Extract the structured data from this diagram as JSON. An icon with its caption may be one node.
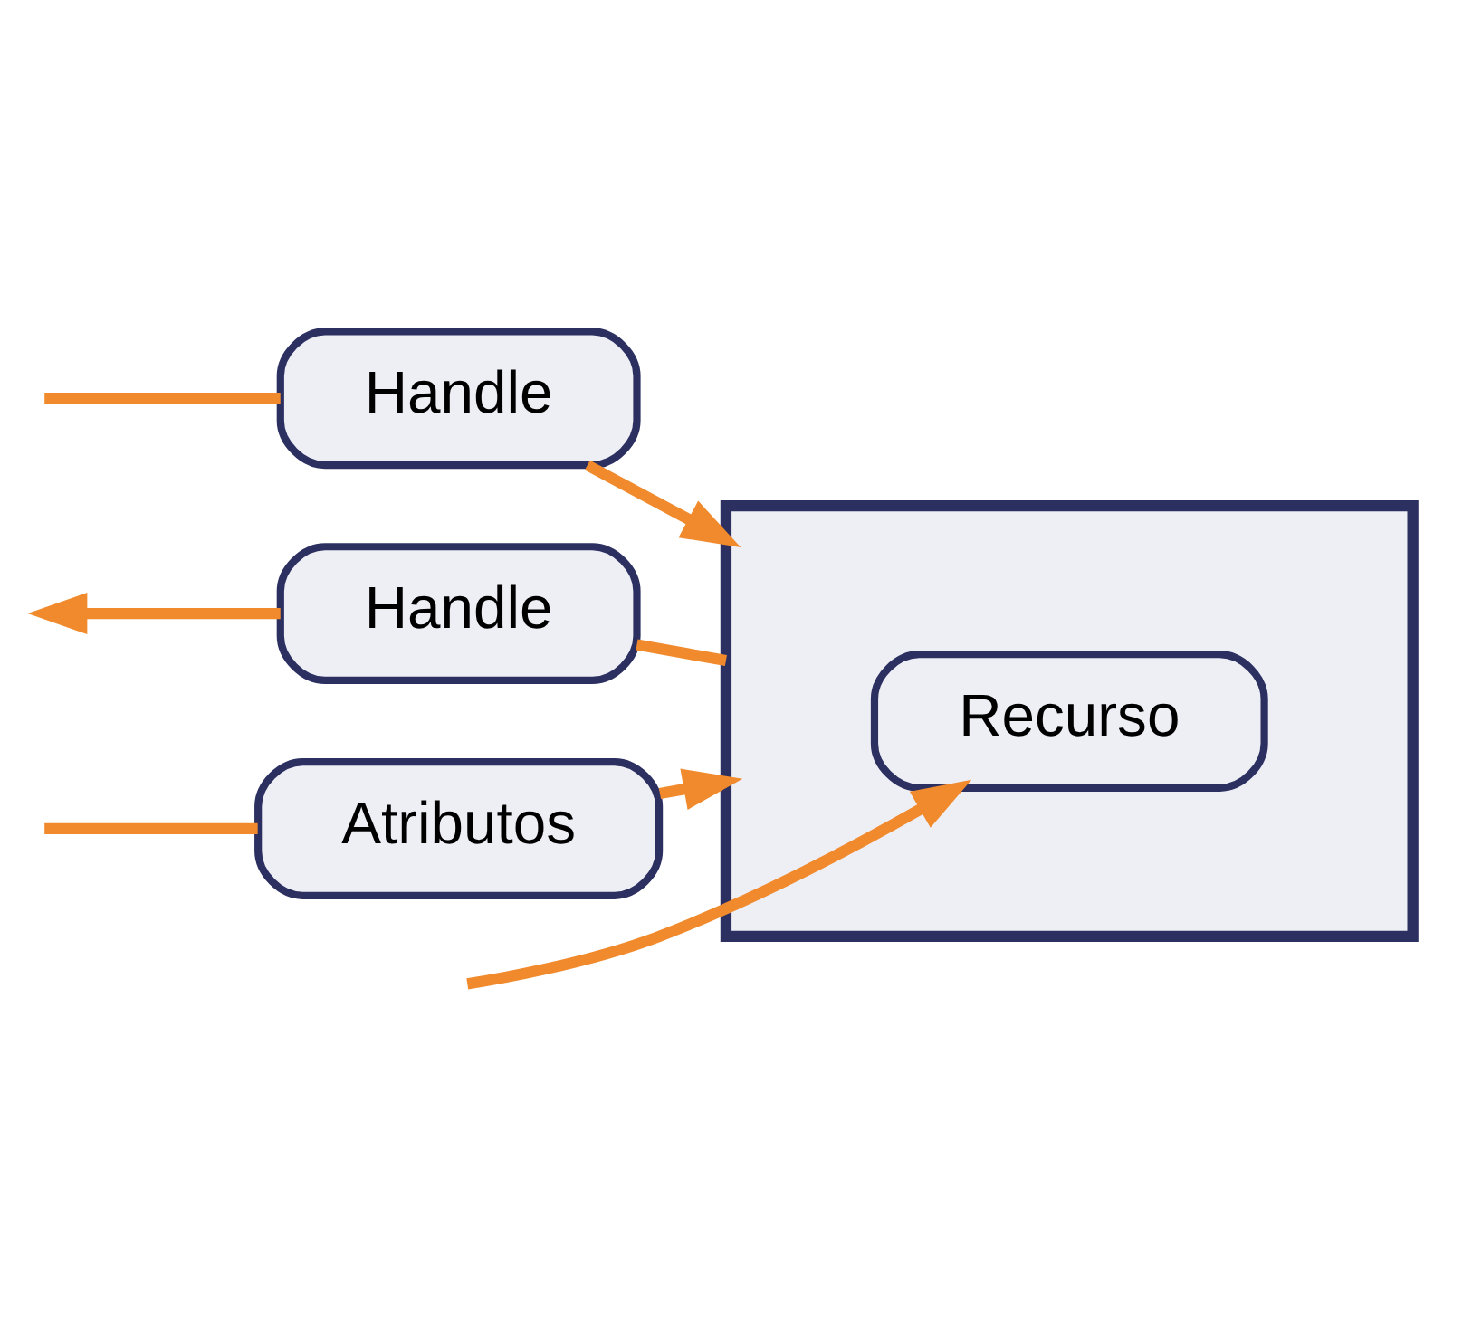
{
  "diagram": {
    "nodes": [
      {
        "text": [],
        "shape": "arrow"
      },
      {
        "text": [
          "Recurso"
        ],
        "in": 0
      },
      {
        "text": [
          "Handle"
        ]
      },
      {
        "text": [
          "Handle"
        ]
      },
      {
        "text": [
          "Atributos"
        ]
      }
    ],
    "edges": [
      {
        "from": null,
        "to": 1,
        "arrow": "to"
      },
      {
        "from": null,
        "to": 2,
        "arrow": "none"
      },
      {
        "from": 2,
        "to": 0,
        "arrow": "to"
      },
      {
        "from": 3,
        "to": null,
        "arrow": "to"
      },
      {
        "from": 3,
        "to": 0,
        "arrow": "none"
      },
      {
        "from": null,
        "to": 4,
        "arrow": "none"
      },
      {
        "from": 4,
        "to": 0,
        "arrow": "to"
      }
    ]
  }
}
